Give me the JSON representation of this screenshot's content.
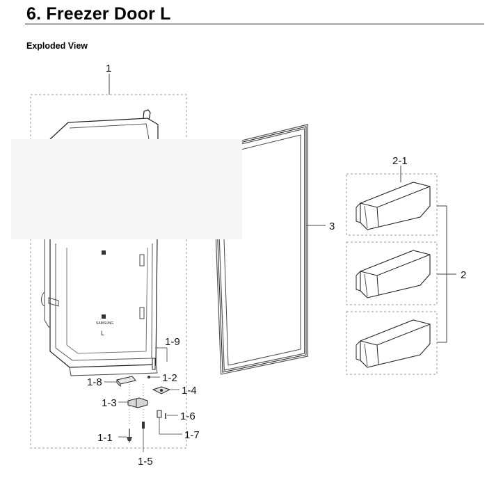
{
  "header": {
    "title": "6.  Freezer Door L",
    "subtitle": "Exploded View"
  },
  "callouts": {
    "c1": "1",
    "c2_1": "2-1",
    "c2": "2",
    "c3": "3",
    "c1_9": "1-9",
    "c1_8": "1-8",
    "c1_2": "1-2",
    "c1_4": "1-4",
    "c1_3": "1-3",
    "c1_6": "1-6",
    "c1_1": "1-1",
    "c1_7": "1-7",
    "c1_5": "1-5"
  },
  "door_stickers": {
    "model_tag": "SAMSUNG",
    "letter": "L"
  }
}
